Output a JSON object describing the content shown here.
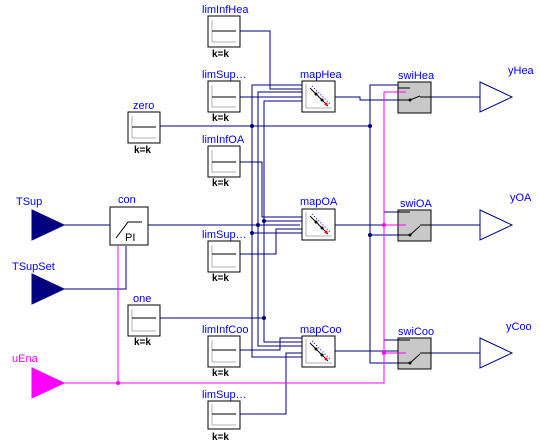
{
  "inputs": {
    "tsup": "TSup",
    "tsupset": "TSupSet",
    "uena": "uEna"
  },
  "outputs": {
    "yhea": "yHea",
    "yoa": "yOA",
    "ycoo": "yCoo"
  },
  "blocks": {
    "con": "con",
    "con_inner": "PI",
    "zero": "zero",
    "zero_param": "k=k",
    "one": "one",
    "one_param": "k=k",
    "liminfhea": "limInfHea",
    "liminfhea_param": "k=k",
    "limsuphea": "limSup…",
    "limsuphea_param": "k=k",
    "liminfoa": "limInfOA",
    "liminfoa_param": "k=k",
    "limsupoa": "limSup…",
    "limsupoa_param": "k=k",
    "liminfcoo": "limInfCoo",
    "liminfcoo_param": "k=k",
    "limsupcoo": "limSup…",
    "limsupcoo_param": "k=k",
    "maphea": "mapHea",
    "mapoa": "mapOA",
    "mapcoo": "mapCoo",
    "swihea": "swiHea",
    "swioa": "swiOA",
    "swicoo": "swiCoo"
  },
  "colors": {
    "wire": "#000080",
    "boolean_wire": "#ff00ff",
    "label": "#0000ff",
    "real_input": "#000080",
    "boolean_input": "#ff00ff",
    "output_fill": "#ffffff",
    "switch_fill": "#c8c8c8"
  }
}
